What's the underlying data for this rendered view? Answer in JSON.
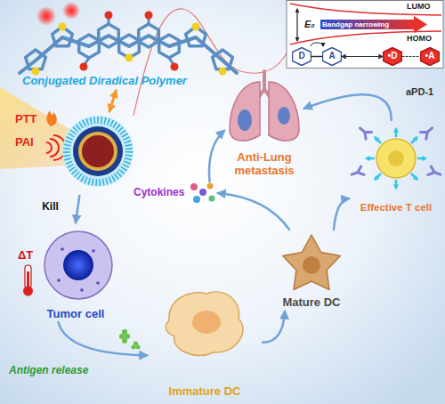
{
  "diagram": {
    "nodes": [
      {
        "text": [
          "Conjugated Diradical Polymer"
        ]
      },
      {
        "text": [
          "PTT",
          "PAI"
        ]
      },
      {
        "text": [
          "Tumor cell"
        ]
      },
      {
        "text": [
          "Immature DC"
        ]
      },
      {
        "text": [
          "Mature DC"
        ]
      },
      {
        "text": [
          "Cytokines"
        ]
      },
      {
        "text": [
          "Effective T cell"
        ]
      },
      {
        "text": [
          "Anti-Lung metastasis"
        ]
      },
      {
        "text": [
          "LUMO",
          "HOMO",
          "E₀",
          "Bandgap narrowing"
        ]
      },
      {
        "text": [
          "D"
        ],
        "in": 8
      },
      {
        "text": [
          "A"
        ],
        "in": 8
      },
      {
        "text": [
          "•D"
        ],
        "in": 8
      },
      {
        "text": [
          "•A"
        ],
        "in": 8
      }
    ],
    "edges": [
      {
        "from": 0,
        "to": 1,
        "arrow": "both"
      },
      {
        "from": 1,
        "to": 2,
        "label": "Kill",
        "arrow": "to"
      },
      {
        "from": 2,
        "to": 3,
        "arrow": "to"
      },
      {
        "from": 3,
        "to": 4,
        "arrow": "to"
      },
      {
        "from": 4,
        "to": 5,
        "arrow": "to"
      },
      {
        "from": 5,
        "to": 7,
        "arrow": "to"
      },
      {
        "from": 4,
        "to": 6,
        "arrow": "to"
      },
      {
        "from": 6,
        "to": 7,
        "arrow": "to"
      },
      {
        "from": 9,
        "to": 10,
        "arrow": "none"
      },
      {
        "from": 10,
        "to": 11,
        "arrow": "both"
      },
      {
        "from": 11,
        "to": 12,
        "arrow": "none"
      }
    ],
    "labels": [
      "ΔT",
      "Antigen release",
      "aPD-1"
    ]
  }
}
